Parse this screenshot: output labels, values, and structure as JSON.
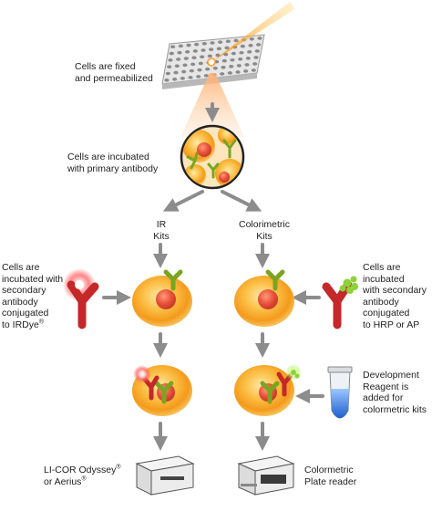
{
  "steps": {
    "fix": [
      "Cells are fixed",
      "and permeabilized"
    ],
    "primary": [
      "Cells are incubated",
      "with primary antibody"
    ]
  },
  "branches": {
    "ir": [
      "IR",
      "Kits"
    ],
    "colorimetric": [
      "Colorimetric",
      "Kits"
    ]
  },
  "secondary_ir": {
    "lines": [
      "Cells are",
      "incubated with",
      "secondary",
      "antibody",
      "conjugated"
    ],
    "last_line": "to IRDye",
    "sup": "®"
  },
  "secondary_color": [
    "Cells are",
    "incubated",
    "with secondary",
    "antibody",
    "conjugated",
    "to HRP or AP"
  ],
  "development": [
    "Development",
    "Reagent is",
    "added for",
    "colormetric kits"
  ],
  "ir_reader": {
    "line1": "LI-COR Odyssey",
    "line1_sup": "®",
    "line2": "or Aerius",
    "line2_sup": "®"
  },
  "color_reader": [
    "Colormetric",
    "Plate reader"
  ],
  "colors": {
    "arrow": "#8c8c8c",
    "primary_antibody": "#7aa520",
    "secondary_antibody": "#c42828",
    "cell_outer": "#f0a020",
    "cell_nucleus": "#e8503a",
    "ir_glow": "#ff4a4a",
    "hrp": "#8fd13a",
    "reagent": "#2a6fd6"
  }
}
